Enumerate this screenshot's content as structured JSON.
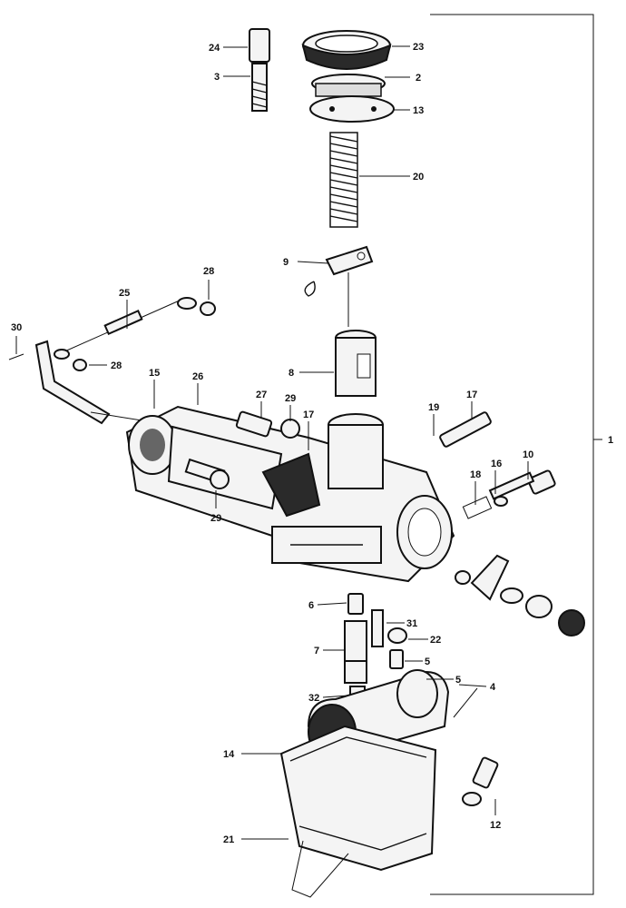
{
  "callouts": {
    "c1": "1",
    "c2": "2",
    "c3": "3",
    "c4": "4",
    "c5a": "5",
    "c5b": "5",
    "c6": "6",
    "c7": "7",
    "c8": "8",
    "c9": "9",
    "c10": "10",
    "c12": "12",
    "c13": "13",
    "c14": "14",
    "c15": "15",
    "c16": "16",
    "c17a": "17",
    "c17b": "17",
    "c18": "18",
    "c19": "19",
    "c20": "20",
    "c21": "21",
    "c22": "22",
    "c23": "23",
    "c24": "24",
    "c25": "25",
    "c26": "26",
    "c27": "27",
    "c28a": "28",
    "c28b": "28",
    "c29a": "29",
    "c29b": "29",
    "c30": "30",
    "c31": "31",
    "c32": "32"
  }
}
